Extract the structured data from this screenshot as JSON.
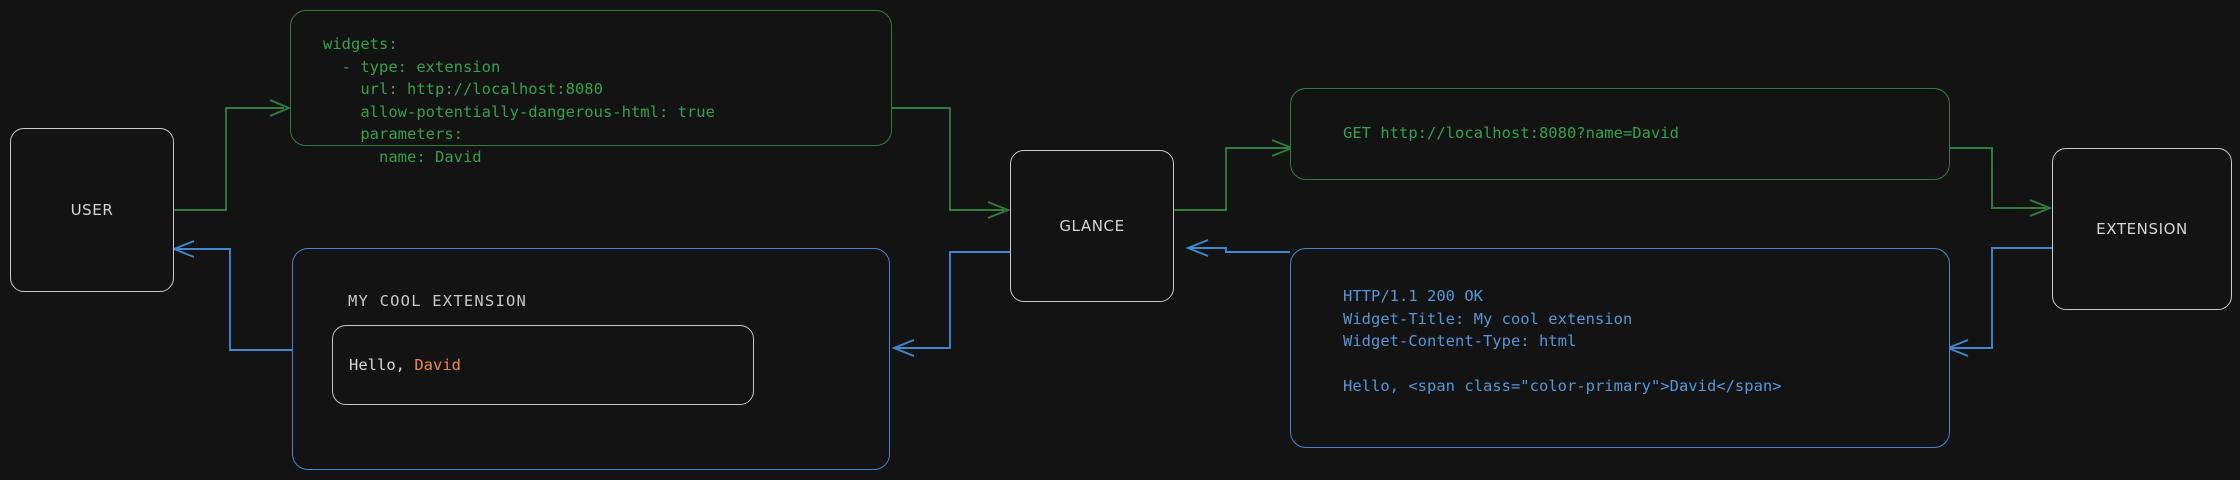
{
  "colors": {
    "background": "#131313",
    "node_border": "#c9c9c9",
    "node_text": "#d6d6d6",
    "request_green": "#35a04a",
    "request_green_border": "#2f7d3c",
    "response_blue": "#5596d8",
    "response_blue_border": "#3f87cf",
    "accent_orange": "#ee8649"
  },
  "nodes": {
    "user": {
      "label": "USER"
    },
    "glance": {
      "label": "GLANCE"
    },
    "extension": {
      "label": "EXTENSION"
    }
  },
  "config_box": {
    "lines": [
      "widgets:",
      "  - type: extension",
      "    url: http://localhost:8080",
      "    allow-potentially-dangerous-html: true",
      "    parameters:",
      "      name: David"
    ]
  },
  "request_box": {
    "lines": [
      "GET http://localhost:8080?name=David"
    ]
  },
  "response_box": {
    "lines": [
      "HTTP/1.1 200 OK",
      "Widget-Title: My cool extension",
      "Widget-Content-Type: html",
      "",
      "Hello, <span class=\"color-primary\">David</span>"
    ]
  },
  "widget_preview": {
    "title": "MY COOL EXTENSION",
    "body_prefix": "Hello, ",
    "body_accent": "David"
  }
}
